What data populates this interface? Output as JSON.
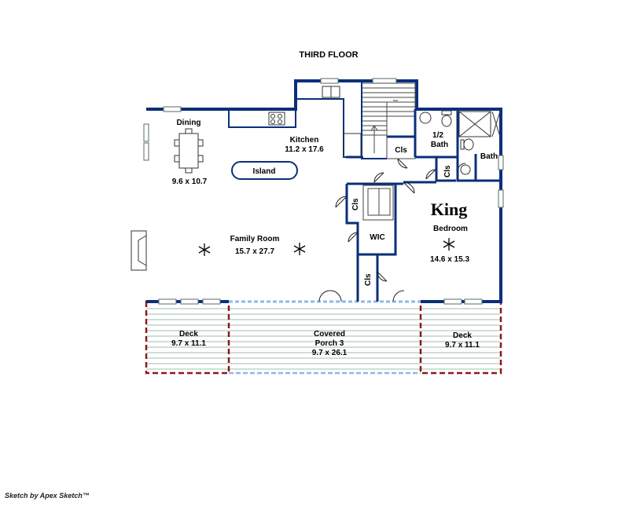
{
  "title": "THIRD FLOOR",
  "rooms": {
    "dining": {
      "name": "Dining",
      "dims": "9.6 x 10.7"
    },
    "kitchen": {
      "name": "Kitchen",
      "dims": "11.2 x 17.6"
    },
    "island": {
      "name": "Island"
    },
    "family_room": {
      "name": "Family Room",
      "dims": "15.7 x 27.7"
    },
    "half_bath": {
      "line1": "1/2",
      "line2": "Bath"
    },
    "bath": {
      "name": "Bath"
    },
    "king_bedroom": {
      "label": "King",
      "name": "Bedroom",
      "dims": "14.6 x 15.3"
    },
    "wic": {
      "name": "WIC"
    },
    "closet_label": "Cls",
    "deck_left": {
      "name": "Deck",
      "dims": "9.7 x 11.1"
    },
    "covered_porch": {
      "line1": "Covered",
      "line2": "Porch 3",
      "dims": "9.7 x 26.1"
    },
    "deck_right": {
      "name": "Deck",
      "dims": "9.7 x 11.1"
    }
  },
  "credit": "Sketch by Apex Sketch™",
  "colors": {
    "wall": "#0a2f7a",
    "deck_border": "#8b1a1a",
    "deck_lines": "#9fbfae",
    "porch_edge": "#8fb8e8"
  }
}
